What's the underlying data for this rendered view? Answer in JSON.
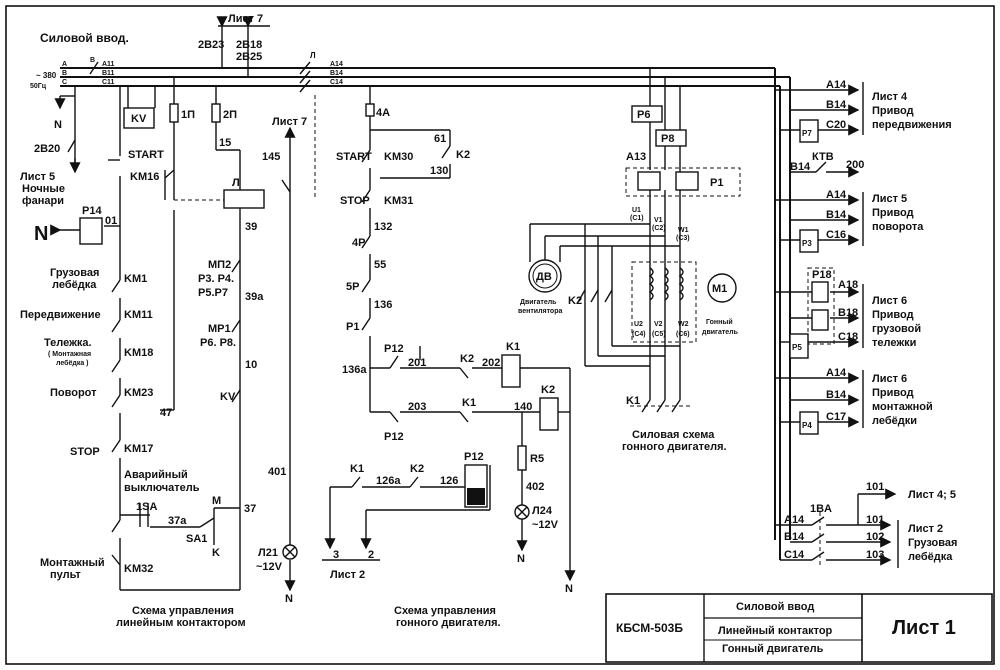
{
  "headings": {
    "power_input": "Силовой ввод.",
    "voltage": "~ 380",
    "frequency": "50Гц",
    "sheet7_top": "Лист 7",
    "sheet7_mid": "Лист 7",
    "n_top": "N",
    "n_left": "N",
    "n_bottom1": "N",
    "n_bottom2": "N",
    "n_bottom3": "N",
    "n_bottom4": "N"
  },
  "phases": {
    "a": "A",
    "b": "B",
    "c": "C",
    "a11": "A11",
    "b11": "B11",
    "c11": "C11",
    "a14": "A14",
    "b14": "B14",
    "c14": "C14",
    "b_top": "B",
    "l_mark": "Л"
  },
  "top_wires": {
    "w1": "2B23",
    "w2": "2B18",
    "w3": "2B25"
  },
  "left_circuit": {
    "w2b20": "2B20",
    "sheet5": "Лист 5",
    "night_lights_1": "Ночные",
    "night_lights_2": "фанари",
    "kv": "KV",
    "p14": "P14",
    "w01": "01",
    "start": "START",
    "km16": "KM16",
    "p1": "1П",
    "p2": "2П",
    "w15": "15",
    "w145": "145",
    "l_coil": "Л",
    "w39": "39",
    "w39a": "39a",
    "w10": "10",
    "w37": "37",
    "w47": "47",
    "w401": "401",
    "mp2": "МП2",
    "mp2_desc1": "Р3. Р4.",
    "mp2_desc2": "Р5.Р7",
    "mp1": "МР1",
    "mp1_desc": "Р6. Р8.",
    "kv2": "KV",
    "cargo_winch_1": "Грузовая",
    "cargo_winch_2": "лебёдка",
    "km1": "KM1",
    "travel": "Передвижение",
    "km11": "KM11",
    "trolley": "Тележка.",
    "trolley_sub1": "( Монтажная",
    "trolley_sub2": "лебёдка )",
    "km18": "KM18",
    "rotation": "Поворот",
    "km23": "KM23",
    "stop": "STOP",
    "km17": "KM17",
    "emergency_1": "Аварийный",
    "emergency_2": "выключатель",
    "sa1_switch": "1SA",
    "w37a": "37a",
    "sa1": "SA1",
    "m": "M",
    "k": "K",
    "mount_panel_1": "Монтажный",
    "mount_panel_2": "пульт",
    "km32": "KM32",
    "lamp": "Л21",
    "lamp_v": "~12V",
    "caption_1": "Схема управления",
    "caption_2": "линейным контактором"
  },
  "mid_circuit": {
    "fuse4a": "4A",
    "start": "START",
    "km30": "KM30",
    "w61": "61",
    "w130": "130",
    "k2": "K2",
    "stop": "STOP",
    "km31": "KM31",
    "w132": "132",
    "p4": "4P",
    "w55": "55",
    "p5": "5P",
    "w136": "136",
    "p1": "P1",
    "w136a": "136a",
    "p12a": "P12",
    "w201": "201",
    "k2b": "K2",
    "w202": "202",
    "k1": "K1",
    "w203": "203",
    "k1b": "K1",
    "w140": "140",
    "k2coil": "K2",
    "p12b": "P12",
    "r5": "R5",
    "w402": "402",
    "lamp": "Л24",
    "lamp_v": "~12V",
    "k1c": "K1",
    "w126a": "126a",
    "k2c": "K2",
    "w126": "126",
    "p12c": "P12",
    "w3": "3",
    "w2": "2",
    "sheet2": "Лист 2",
    "caption_1": "Схема управления",
    "caption_2": "гонного двигателя."
  },
  "motor": {
    "p6": "P6",
    "p8": "P8",
    "a13": "A13",
    "p1": "P1",
    "u1": "U1",
    "c1": "(C1)",
    "v1": "V1",
    "c2": "(C2)",
    "w1": "W1",
    "c3": "(C3)",
    "fan": "ДВ",
    "fan_label_1": "Двигатель",
    "fan_label_2": "вентилятора",
    "k2": "K2",
    "u2": "U2",
    "c4": "(C4)",
    "v2": "V2",
    "c5": "(C5)",
    "w2": "W2",
    "c6": "(C6)",
    "m1": "M1",
    "drive_label_1": "Гонный",
    "drive_label_2": "двигатель",
    "k1": "K1",
    "caption_1": "Силовая схема",
    "caption_2": "гонного двигателя."
  },
  "right_outputs": {
    "a14_1": "A14",
    "b14_1": "B14",
    "p7": "P7",
    "c20": "C20",
    "sheet4": "Лист 4",
    "drive_1": "Привод",
    "travel_1": "передвижения",
    "b14_2": "B14",
    "ktv": "КТВ",
    "w200": "200",
    "a14_2": "A14",
    "b14_3": "B14",
    "p3": "P3",
    "c16": "C16",
    "sheet5": "Лист 5",
    "drive_2": "Привод",
    "rotation": "поворота",
    "p18": "P18",
    "a18": "A18",
    "b18": "B18",
    "p5": "P5",
    "c18": "C18",
    "sheet6a": "Лист 6",
    "drive_3": "Привод",
    "cargo": "грузовой",
    "trolley": "тележки",
    "a14_3": "A14",
    "b14_4": "B14",
    "p4": "P4",
    "c17": "C17",
    "sheet6b": "Лист 6",
    "drive_4": "Привод",
    "mounting": "монтажной",
    "winch": "лебёдки",
    "w101a": "101",
    "sheet45": "Лист 4; 5",
    "breaker": "1BA",
    "a14_4": "A14",
    "b14_5": "B14",
    "c14_5": "C14",
    "w101b": "101",
    "w102": "102",
    "w103": "103",
    "sheet2": "Лист 2",
    "cargo_winch_1": "Грузовая",
    "cargo_winch_2": "лебёдка"
  },
  "title_block": {
    "code": "КБСМ-503Б",
    "row1": "Силовой ввод",
    "row2": "Линейный контактор",
    "row3": "Гонный двигатель",
    "sheet": "Лист 1"
  }
}
